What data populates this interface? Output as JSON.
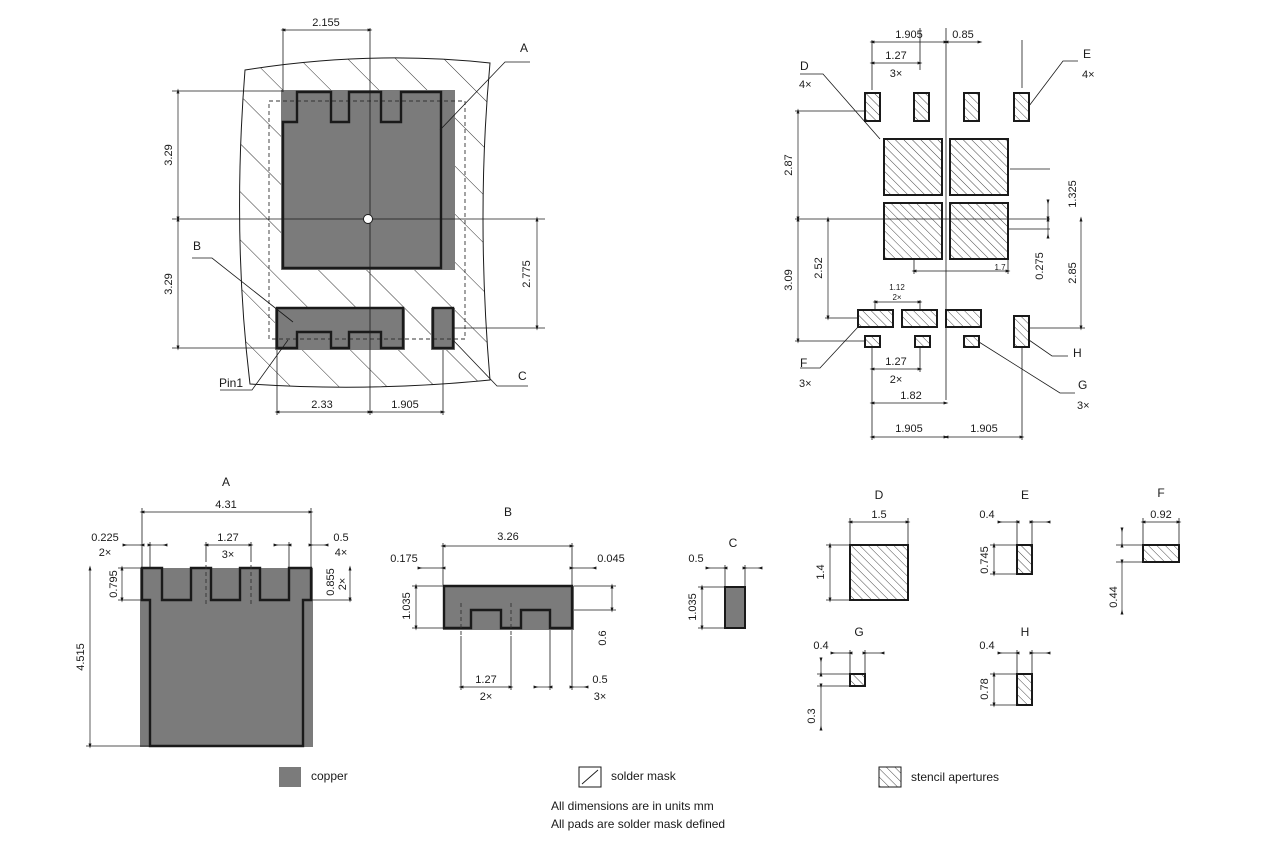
{
  "top_left": {
    "dims": {
      "top_width": "2.155",
      "upper_height": "3.29",
      "lower_height": "3.29",
      "right_height": "2.775",
      "bottom_left": "2.33",
      "bottom_right": "1.905"
    },
    "callouts": {
      "a": "A",
      "b": "B",
      "c": "C",
      "pin1": "Pin1"
    }
  },
  "top_right": {
    "dims": {
      "top_pitch": "1.905",
      "top_right": "0.85",
      "top_inner": "1.27",
      "top_inner_mult": "3×",
      "left_upper": "2.87",
      "left_lower": "3.09",
      "left_inner": "2.52",
      "right_a": "1.325",
      "right_b": "0.275",
      "right_c": "2.85",
      "inner_17": "1.7",
      "inner_112": "1.12",
      "inner_112_mult": "2×",
      "bottom_127": "1.27",
      "bottom_127_mult": "2×",
      "bottom_182": "1.82",
      "bottom_left": "1.905",
      "bottom_right": "1.905"
    },
    "callouts": {
      "d": "D",
      "d_mult": "4×",
      "e": "E",
      "e_mult": "4×",
      "f": "F",
      "f_mult": "3×",
      "g": "G",
      "g_mult": "3×",
      "h": "H"
    }
  },
  "detail_a": {
    "title": "A",
    "width": "4.31",
    "left_offset": "0.225",
    "left_offset_mult": "2×",
    "pitch": "1.27",
    "pitch_mult": "3×",
    "right_w": "0.5",
    "right_w_mult": "4×",
    "notch_left": "0.795",
    "notch_right": "0.855",
    "notch_right_mult": "2×",
    "height": "4.515"
  },
  "detail_b": {
    "title": "B",
    "left": "0.175",
    "width": "3.26",
    "right": "0.045",
    "height": "1.035",
    "notch": "0.6",
    "pitch": "1.27",
    "pitch_mult": "2×",
    "finger": "0.5",
    "finger_mult": "3×"
  },
  "detail_c": {
    "title": "C",
    "width": "0.5",
    "height": "1.035"
  },
  "detail_d": {
    "title": "D",
    "width": "1.5",
    "height": "1.4"
  },
  "detail_e": {
    "title": "E",
    "width": "0.4",
    "height": "0.745"
  },
  "detail_f": {
    "title": "F",
    "width": "0.92",
    "height": "0.44"
  },
  "detail_g": {
    "title": "G",
    "width": "0.4",
    "height": "0.3"
  },
  "detail_h": {
    "title": "H",
    "width": "0.4",
    "height": "0.78"
  },
  "legend": {
    "copper": "copper",
    "solder_mask": "solder mask",
    "stencil": "stencil apertures"
  },
  "notes": {
    "units": "All dimensions are in units mm",
    "pads": "All pads are solder mask defined"
  },
  "colors": {
    "copper": "#7b7b7b",
    "line": "#1a1a1a"
  }
}
